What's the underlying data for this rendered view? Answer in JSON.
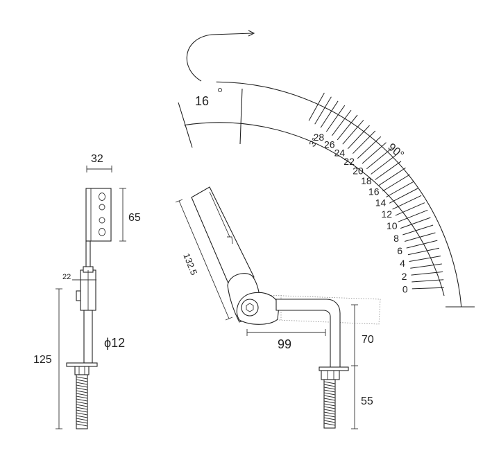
{
  "angle_scale": {
    "tick_labels": [
      "0",
      "2",
      "4",
      "6",
      "8",
      "10",
      "12",
      "14",
      "16",
      "18",
      "20",
      "22",
      "24",
      "26",
      "28"
    ],
    "tick_count": 31,
    "step_label": "3°",
    "range_label": "90°",
    "top_label": "16"
  },
  "side_view": {
    "width_label": "32",
    "plate_height_label": "65",
    "collar_label": "22",
    "total_height_label": "125",
    "rod_diameter_label": "ϕ12"
  },
  "front_view": {
    "arm_length_label": "132.5",
    "horizontal_label": "99",
    "upper_height_label": "70",
    "lower_height_label": "55"
  }
}
